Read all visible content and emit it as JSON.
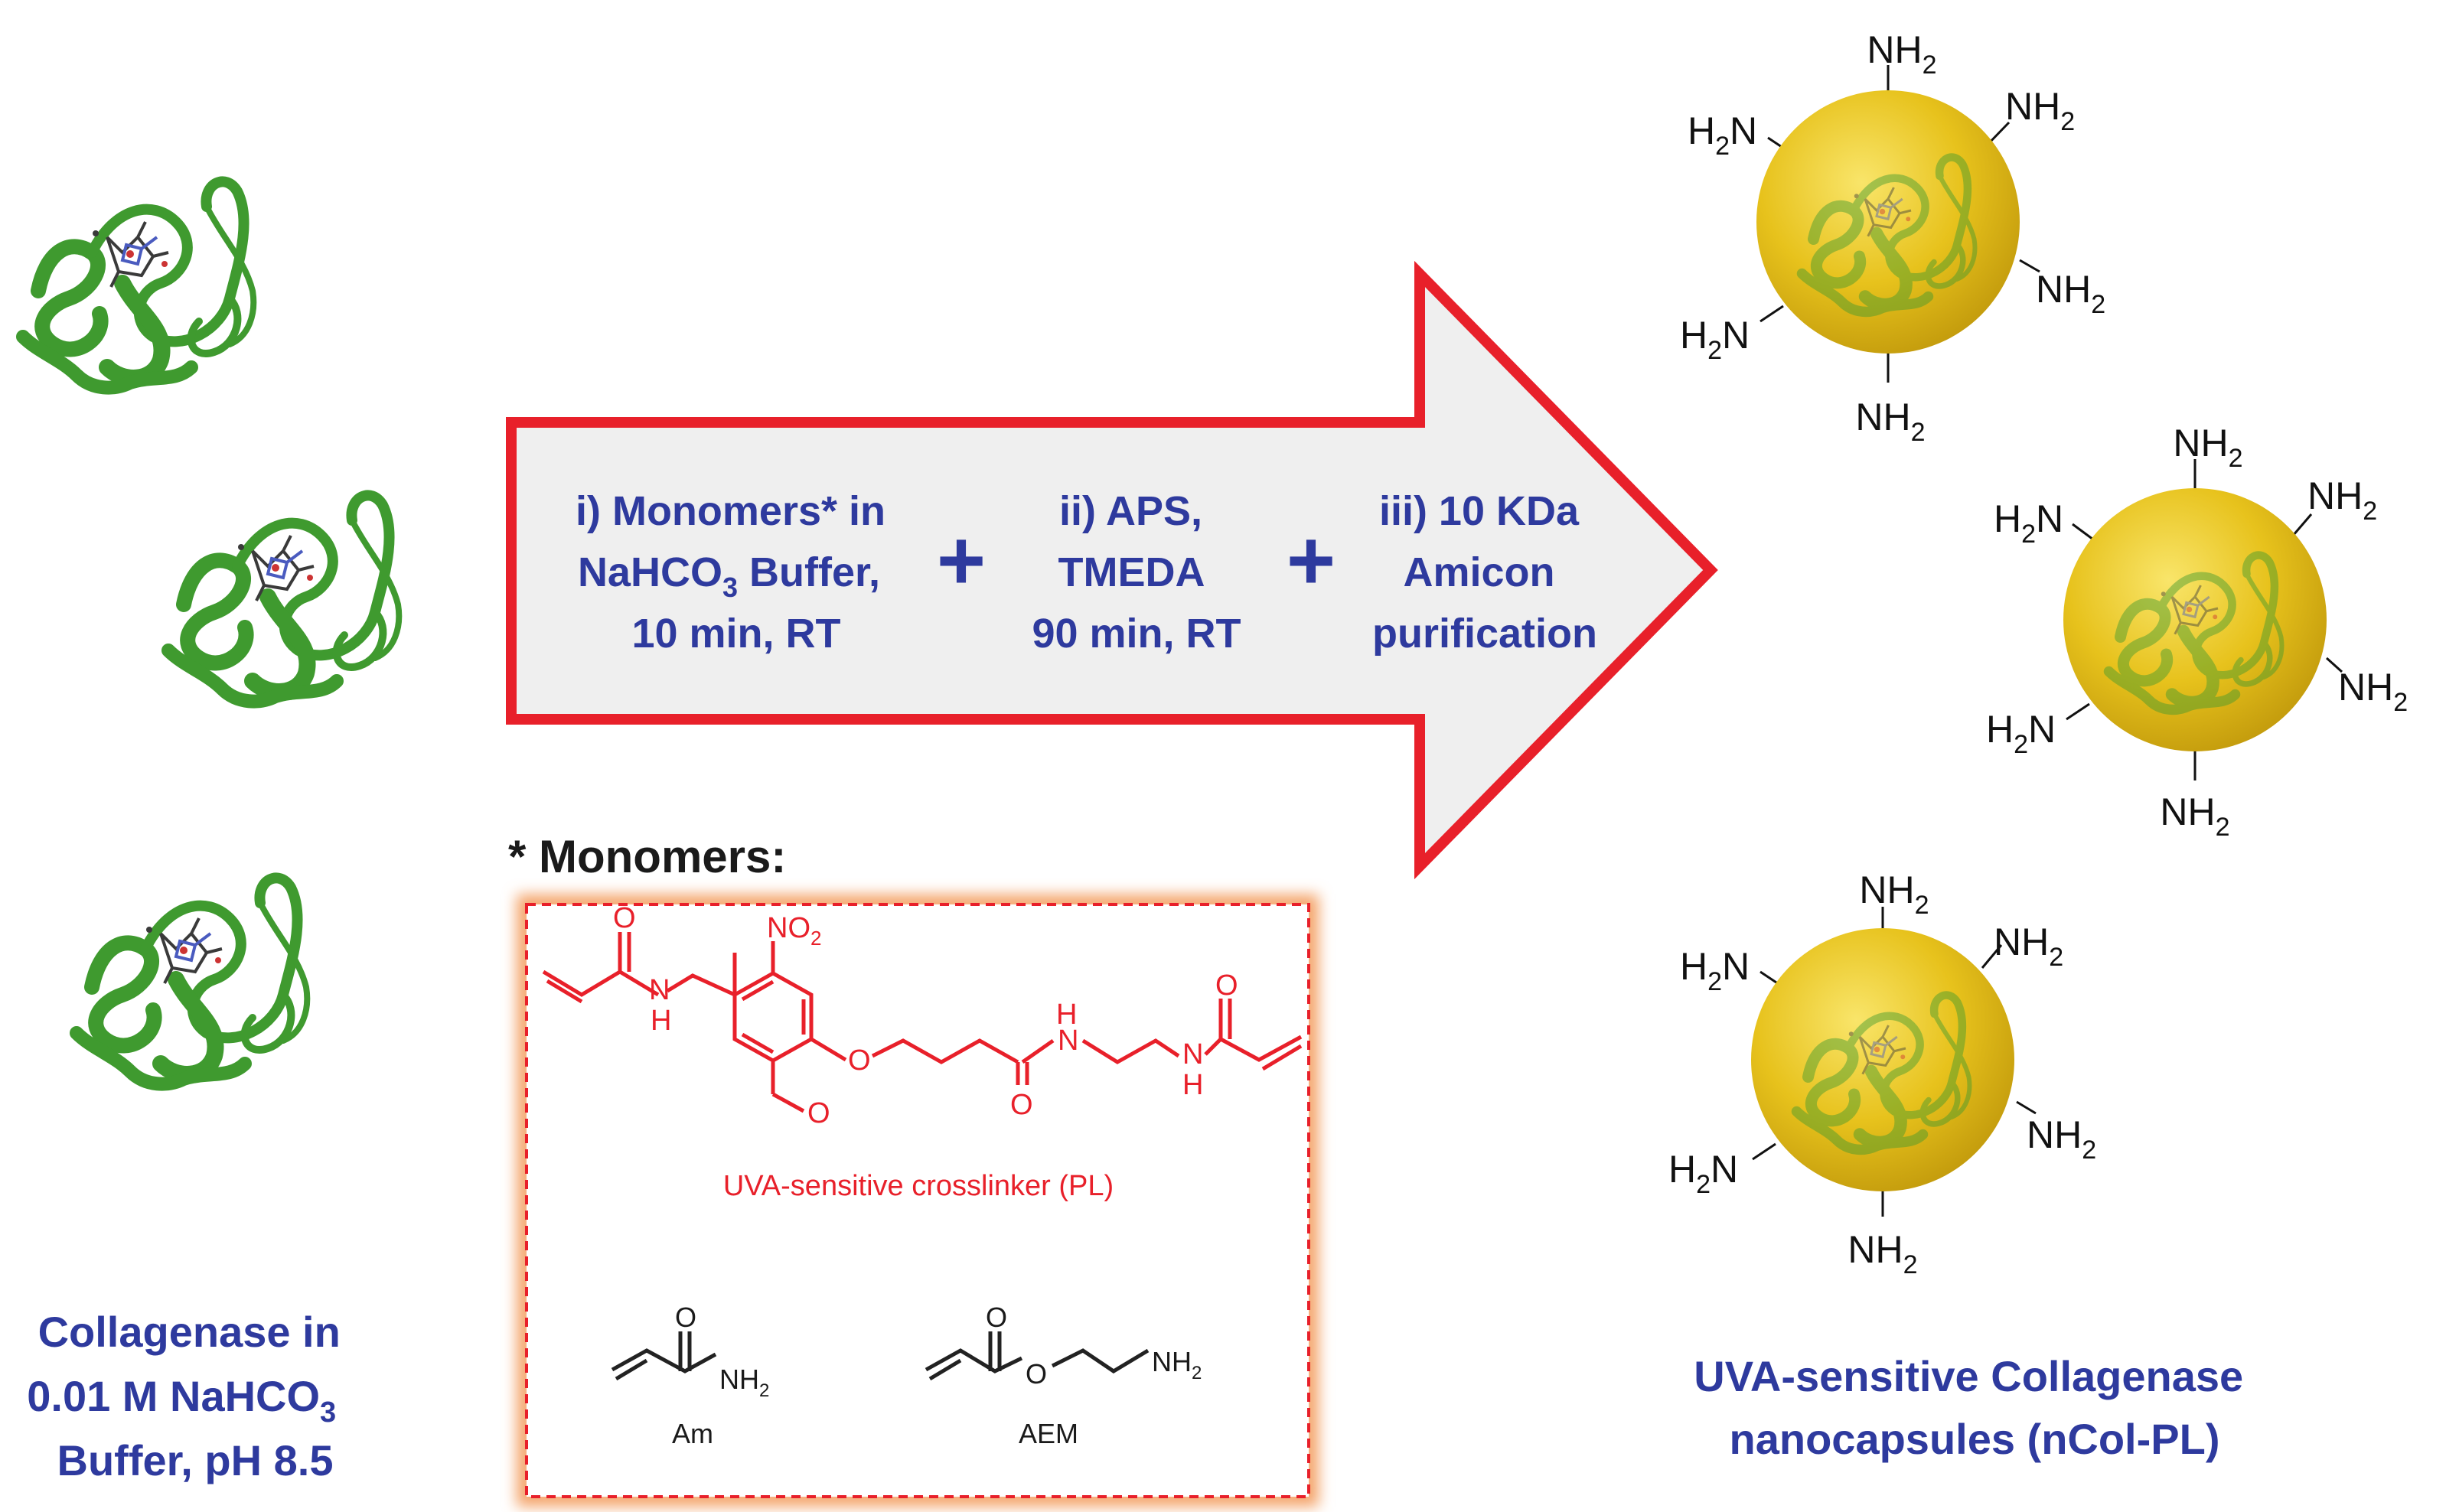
{
  "left_label": {
    "line1": "Collagenase in",
    "line2_pre": "0.01 M NaHCO",
    "line2_sub": "3",
    "line3": "Buffer, pH 8.5"
  },
  "steps": {
    "step1_line1": "i) Monomers* in",
    "step1_line2_pre": "NaHCO",
    "step1_line2_sub": "3",
    "step1_line2_post": " Buffer,",
    "step1_line3": "10 min, RT",
    "step2_line1": "ii) APS,",
    "step2_line2": "TMEDA",
    "step2_line3": "90 min, RT",
    "step3_line1": "iii) 10 KDa",
    "step3_line2": "Amicon",
    "step3_line3": "purification",
    "plus": "+"
  },
  "monomers": {
    "heading": "* Monomers:",
    "crosslinker_label": "UVA-sensitive crosslinker (PL)",
    "nitro_label_pre": "NO",
    "nitro_label_sub": "2",
    "atom_O": "O",
    "atom_H": "H",
    "atom_N": "N",
    "am_label": "Am",
    "aem_label": "AEM",
    "nh2_pre": "NH",
    "nh2_sub": "2"
  },
  "nanocapsule": {
    "amine_top_pre": "NH",
    "amine_left_pre": "H",
    "amine_left_mid": "N",
    "amine_sub": "2"
  },
  "right_label": {
    "line1": "UVA-sensitive Collagenase",
    "line2": "nanocapsules (nCol-PL)"
  },
  "colors": {
    "text_blue": "#2e3a9e",
    "arrow_border": "#e8202a",
    "arrow_fill": "#efefef",
    "crosslinker_red": "#e8202a",
    "box_glow": "#f4a46a",
    "sphere_gold": "#e7c21c",
    "protein_green": "#3f9a2f"
  }
}
